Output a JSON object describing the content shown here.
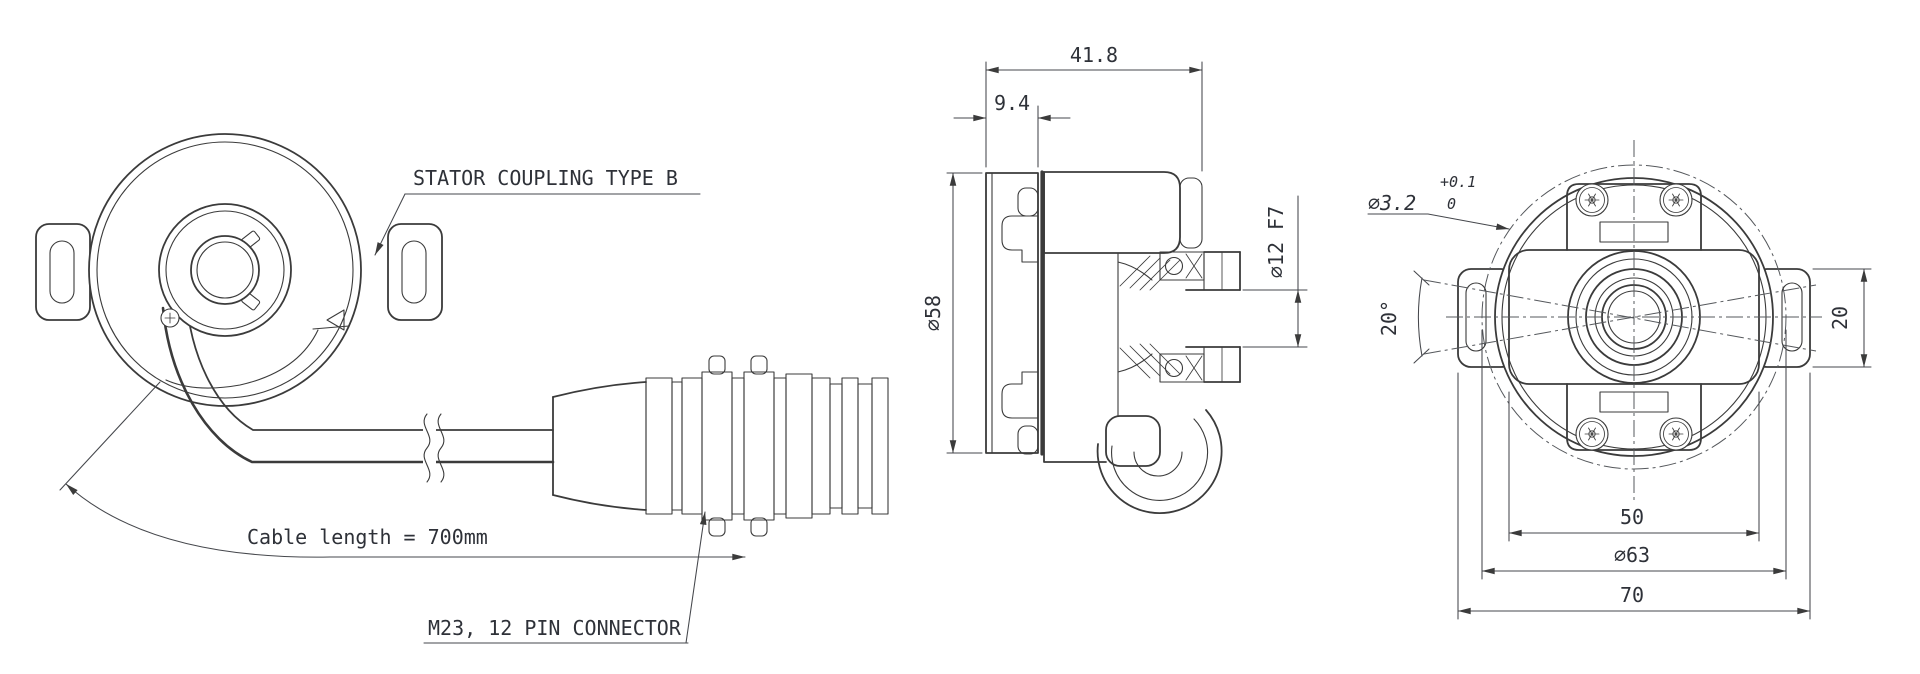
{
  "title": "Rotary encoder dimensional drawing",
  "colors": {
    "background": "#ffffff",
    "lines": "#3b3b3b",
    "text": "#2e3138"
  },
  "front_view": {
    "labels": {
      "stator_coupling": "STATOR COUPLING TYPE B",
      "cable_length": "Cable length = 700mm",
      "connector": "M23, 12 PIN CONNECTOR"
    }
  },
  "side_view": {
    "dims": {
      "total_depth": "41.8",
      "flange_depth": "9.4",
      "housing_diameter": "⌀58",
      "hollow_shaft_bore": "⌀12 F7"
    }
  },
  "rear_view": {
    "dims": {
      "pin_hole_diameter": "⌀3.2",
      "pin_hole_tol_upper": "+0.1",
      "pin_hole_tol_lower": "0",
      "cone_angle": "20°",
      "ear_height": "20",
      "mount_square": "50",
      "flange_diameter": "⌀63",
      "overall_width": "70"
    }
  }
}
